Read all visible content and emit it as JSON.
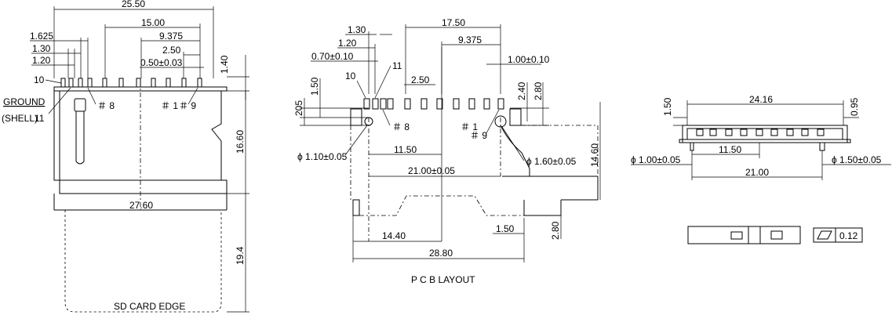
{
  "left_view": {
    "dims": {
      "total_width": "25.50",
      "pin_span": "15.00",
      "pin_pitch_span": "9.375",
      "offset_1625": "1.625",
      "offset_130": "1.30",
      "offset_120": "1.20",
      "pitch": "2.50",
      "pin_width": "0.50±0.03",
      "height_140": "1.40",
      "height_1660": "16.60",
      "body_width": "27.60",
      "card_length": "19.4"
    },
    "labels": {
      "pin10": "10",
      "ground": "GROUND",
      "shell": "(SHELL)",
      "pin11": "11",
      "pin8": "＃ 8",
      "pin1": "＃ 1",
      "pin9": "＃ 9",
      "card_edge": "SD CARD EDGE"
    }
  },
  "pcb_layout": {
    "title": "P C B LAYOUT",
    "dims": {
      "d130": "1.30",
      "d120": "1.20",
      "d070": "0.70±0.10",
      "d1750": "17.50",
      "d9375": "9.375",
      "d100": "1.00±0.10",
      "d250": "2.50",
      "d240": "2.40",
      "d280_top": "2.80",
      "d150_v": "1.50",
      "d205": "205",
      "d1150": "11.50",
      "d2100": "21.00±0.05",
      "d1460": "14.60",
      "d1440": "14.40",
      "d150_h": "1.50",
      "d280_bottom": "2.80",
      "d2880": "28.80",
      "hole_small": "ϕ 1.10±0.05",
      "hole_large": "ϕ 1.60±0.05"
    },
    "labels": {
      "pin10": "10",
      "pin11": "11",
      "pin8": "＃ 8",
      "pin1": "＃ 1",
      "pin9": "＃ 9"
    }
  },
  "side_view": {
    "dims": {
      "d2416": "24.16",
      "d150": "1.50",
      "d095": "0.95",
      "d1150": "11.50",
      "d100": "ϕ 1.00±0.05",
      "d150_hole": "ϕ 1.50±0.05",
      "d2100": "21.00"
    }
  },
  "flatness": {
    "value": "0.12"
  }
}
